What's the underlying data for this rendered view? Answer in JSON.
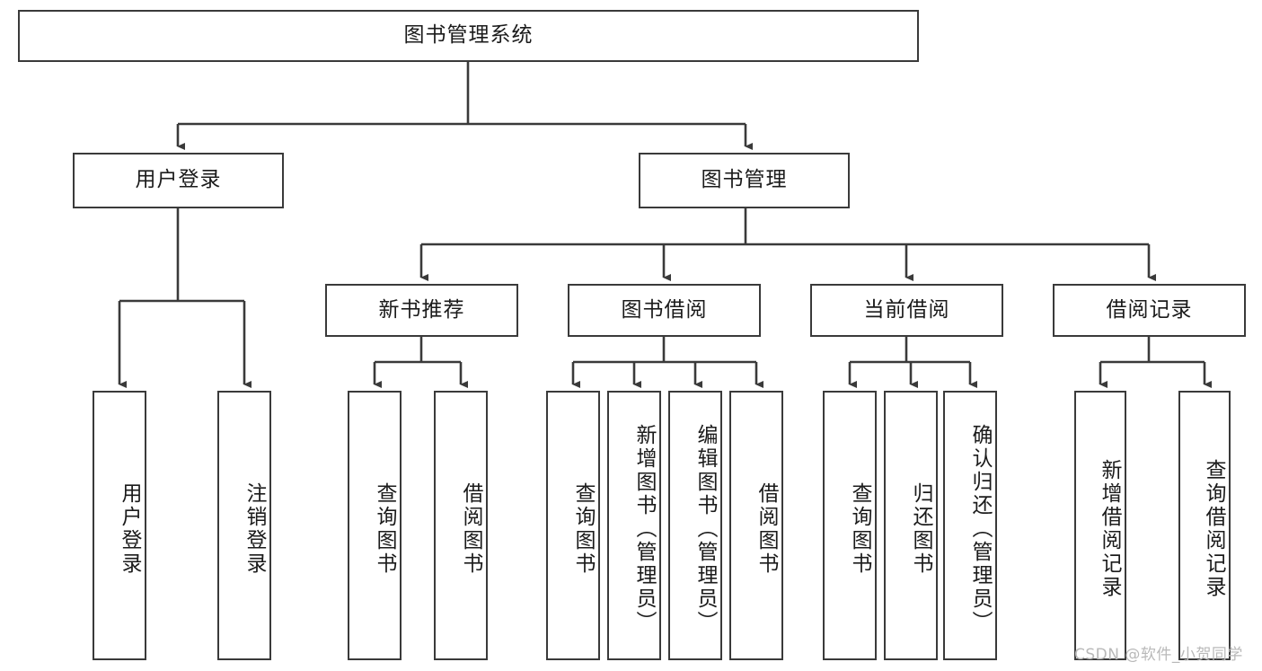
{
  "diagram": {
    "type": "tree-hierarchy-flowchart",
    "title": "图书管理系统",
    "watermark": "CSDN @软件_小贺同学",
    "colors": {
      "box_border": "#3a3a3a",
      "box_fill": "#ffffff",
      "connector": "#3a3a3a",
      "text": "#1b1b1b",
      "watermark": "#b9b9b9",
      "background": "#ffffff"
    },
    "root": {
      "id": "root",
      "label": "图书管理系统"
    },
    "level2": [
      {
        "id": "login",
        "label": "用户登录"
      },
      {
        "id": "bookmgmt",
        "label": "图书管理"
      }
    ],
    "level3": [
      {
        "id": "newbook",
        "label": "新书推荐",
        "parent": "bookmgmt"
      },
      {
        "id": "borrow",
        "label": "图书借阅",
        "parent": "bookmgmt"
      },
      {
        "id": "current",
        "label": "当前借阅",
        "parent": "bookmgmt"
      },
      {
        "id": "record",
        "label": "借阅记录",
        "parent": "bookmgmt"
      }
    ],
    "leaves": {
      "login": [
        {
          "id": "leaf-user-login",
          "label": "用户登录"
        },
        {
          "id": "leaf-user-logout",
          "label": "注销登录"
        }
      ],
      "newbook": [
        {
          "id": "leaf-query-book-1",
          "label": "查询图书"
        },
        {
          "id": "leaf-borrow-book-1",
          "label": "借阅图书"
        }
      ],
      "borrow": [
        {
          "id": "leaf-query-book-2",
          "label": "查询图书"
        },
        {
          "id": "leaf-add-book",
          "label": "新增图书（管理员）"
        },
        {
          "id": "leaf-edit-book",
          "label": "编辑图书（管理员）"
        },
        {
          "id": "leaf-borrow-book-2",
          "label": "借阅图书"
        }
      ],
      "current": [
        {
          "id": "leaf-query-book-3",
          "label": "查询图书"
        },
        {
          "id": "leaf-return-book",
          "label": "归还图书"
        },
        {
          "id": "leaf-confirm-return",
          "label": "确认归还（管理员）"
        }
      ],
      "record": [
        {
          "id": "leaf-add-record",
          "label": "新增借阅记录"
        },
        {
          "id": "leaf-query-record",
          "label": "查询借阅记录"
        }
      ]
    }
  }
}
